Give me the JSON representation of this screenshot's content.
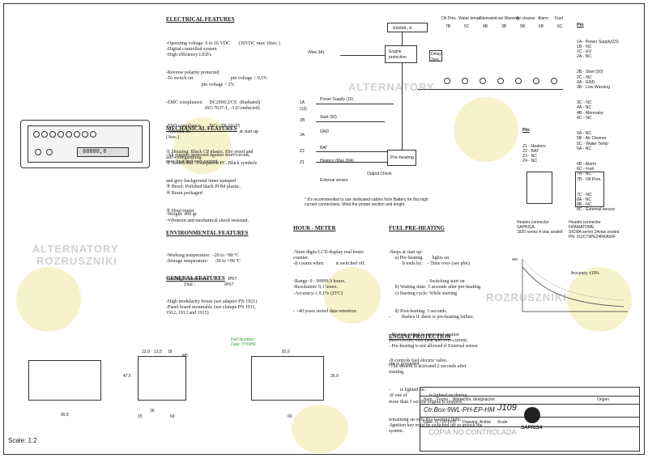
{
  "watermark": {
    "line1": "ALTERNATORY",
    "line2": "ROZRUSZNIKI"
  },
  "scale": "Scale: 1:2",
  "electrical": {
    "heading": "ELECTRICAL FEATURES",
    "lines": [
      "-Operating voltage: 6 to 16 VDC       (30VDC max 10sec.)",
      "-Digital controlled system",
      "-High efficiency LED's",
      "-Reverse polarity protected.",
      "-To switch on:                              pin voltage < 0,5V.",
      "                             pin voltage < 2V.",
      "",
      "-EMC compliance:     DC2000/2/CE  (Radiated)",
      "                                ISO 7637-1, -3 (Conducted)",
      "-ESD compliance:      ISO / TR 60105",
      "-Autotest of:                                        at start up",
      "(3sec.)",
      "-All outputs protected against short-circuit,",
      "over-heat and over-current."
    ]
  },
  "mechanical": {
    "heading": "MECHANICAL FEATURES",
    "items": [
      "① Housing: Black CP plastic. Fire proof and",
      "self-extinguishing.",
      "② Sealed dial: Transparent PC. Black symbols",
      "and grey background inner stamped",
      "③ Bezel: Polished black POM plastic.",
      "④ Resin packaged",
      "⑤ Hour-meter"
    ],
    "weight": "-Weight: 400 gr",
    "vibration": "-Vibration and mechanical shock resistant."
  },
  "environmental": {
    "heading": "ENVIRONMENTAL FEATURES",
    "lines": [
      "-Working temperature:  -20 to +80 ºC",
      "-Storage temperature:     -30 to +90 ºC",
      "-Sealing:  Connectors :              IP67",
      "               Dial :                        IP67"
    ]
  },
  "general": {
    "heading": "GENERAL FEATURES",
    "lines": [
      "-High modularity boxes (see adapter PN 1921)",
      "-Panel board mountable (see clamps PN 1911,",
      "1912, 1913 and 1915)"
    ]
  },
  "hourmeter": {
    "heading": "HOUR - METER",
    "lines": [
      "-5mm digits LCD display real hours",
      "counter.",
      "-It counts when          is switched off.",
      "-Range: 0 - 99999,9 hours.",
      "-Resolution: 0,1 hours.",
      "-Accuracy:± 0,1% (25ºC)",
      "- >40 years stored data retention."
    ]
  },
  "fuel": {
    "heading": "FUEL PRE-HEATING",
    "lines": [
      "-Steps at start up:",
      "     a) Pre-heating.       lights on.",
      "           It ends by:    - Time over (see plot)",
      "                               - Switching start on",
      "     b) Waiting time: 5 seconds after pre-heating.",
      "     c) Starting cycle: While starting",
      "     d) Post-heating: 5 seconds.",
      "",
      "-         flashes if  there is pre-heating failure.",
      "- Heaters output is protected against",
      "short-circuit, over-heat and over-current.",
      "- Pre-heating is not allowed if External sensor",
      "pin is grounded."
    ]
  },
  "engine": {
    "heading": "ENGINE PROTECTION",
    "lines": [
      "-It controls fuel electric valve.",
      "-The system is activated 2 seconds after",
      "starting.",
      "-        is lighted on.",
      "-If one of                  is lighted on during",
      "more than 3 sec the engine is stopped,",
      "remaining on only this warning light.",
      "-Ignition key must be switched off to unlock the",
      "system."
    ]
  },
  "pins": {
    "heading": "Pin",
    "list": [
      "1A - Power Supply(15)",
      "1B - NC",
      "1C - EV",
      "2A - NC",
      "2B - Start (50)",
      "2C - NC",
      "3A - GND",
      "3B - Low Warning",
      "3C - NC",
      "4A - NC",
      "4B - Alternator",
      "4C - NC",
      "5A - NC",
      "5B - Air Cleaner",
      "5C - Water Temp",
      "6A - NC",
      "6B - Alarm",
      "6C - Fuel",
      "7A - NC",
      "7B - Oil Pres.",
      "7C - NC",
      "8A - NC",
      "8B - NC",
      "8C - External sensor"
    ],
    "z_heading": "Pin",
    "z_list": [
      "Z1 - Heaters",
      "Z2 - BAT",
      "Z3 - NC",
      "Z4 - NC"
    ]
  },
  "diagram": {
    "top_labels": [
      "Oil Pres.",
      "Water temp.",
      "Alternator",
      "Low Warning",
      "Air cleaner",
      "Alarm",
      "Fuel"
    ],
    "pin_codes": [
      "7B",
      "5C",
      "4B",
      "3B",
      "5B",
      "6B",
      "6C"
    ],
    "engine_box": "Engine\nprotection",
    "preheat_box": "Pre-heating",
    "delay": "Delay\n3sec",
    "output_check": "Output Check",
    "ext_sensor": "External sensor",
    "left_labels": [
      "(Max 3A)",
      "1A",
      "Power Supply (15)",
      "(15)",
      "2B",
      "Start (50)",
      "3A",
      "GND",
      "Z2",
      "BAT",
      "Z1",
      "Heaters (Max 30A)"
    ],
    "note": "* It's recommended to use dedicated cables from Battery for this high\ncurrent connections. Mind the proper section and lenght."
  },
  "connectors": {
    "left": "Header connector\nSAPRISA\n1820 series 4 vias sealed",
    "right": "Header connector\nFRAMATOME\nSICMA series 24vias sealed\nPN: 211C79PE24RKA50F"
  },
  "plot": {
    "accuracy": "Accuracy ±15%",
    "ylabel": "sec"
  },
  "part_number": "Part Number:\nDate: YY/WW",
  "dims": [
    "13,0",
    "13,5",
    "18",
    "M5",
    "82,6",
    "47,5",
    "26,9",
    "95,5",
    "36",
    "15",
    "69",
    "60"
  ],
  "title_block": {
    "code": "Ctr.Box-9WL-PH-EP-HM",
    "drawing": "J109",
    "date": "Date: 21 / 02 / 07",
    "drawing_by": "Drawing: Anibal",
    "scale_label": "Scale",
    "company": "SAPRISA",
    "copy": "COPIA NO CONTROLADA",
    "header_cells": [
      "Num.",
      "Fecha",
      "Alteración, designación"
    ],
    "origin": "Origen"
  },
  "hour_display": "88888,8"
}
